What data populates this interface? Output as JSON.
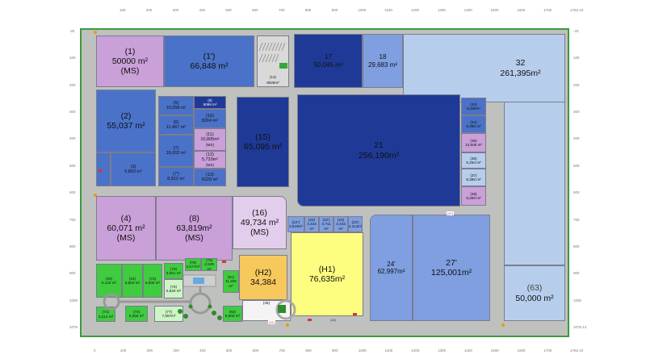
{
  "top_ticks": [
    "100",
    "200",
    "300",
    "400",
    "500",
    "600",
    "700",
    "800",
    "900",
    "1000",
    "1100",
    "1200",
    "1300",
    "1400",
    "1500",
    "1600",
    "1700",
    "1762.10"
  ],
  "bottom_ticks": [
    "0",
    "100",
    "200",
    "300",
    "400",
    "500",
    "600",
    "700",
    "800",
    "900",
    "1000",
    "1100",
    "1200",
    "1300",
    "1400",
    "1500",
    "1600",
    "1700",
    "1762.10"
  ],
  "left_ticks": [
    "-25",
    "100",
    "200",
    "300",
    "400",
    "500",
    "600",
    "700",
    "800",
    "900",
    "1000",
    "1076.8"
  ],
  "right_ticks": [
    "-25",
    "100",
    "200",
    "300",
    "400",
    "500",
    "600",
    "700",
    "800",
    "900",
    "1000",
    "1076.14"
  ],
  "plots": {
    "p1": {
      "name": "(1)",
      "area": "50000 m²",
      "ms": "(MS)"
    },
    "p1p": {
      "name": "(1')",
      "area": "66,848 m²"
    },
    "p14": {
      "name": "(14)",
      "area": "9025m²"
    },
    "p17": {
      "name": "17",
      "area": "50,045 m²"
    },
    "p18": {
      "name": "18",
      "area": "29,683 m²"
    },
    "p32": {
      "name": "32",
      "area": "261,395m²"
    },
    "p2": {
      "name": "(2)",
      "area": "55,037 m²"
    },
    "p3": {
      "name": "(3)",
      "area": "9,893 m²"
    },
    "p5": {
      "name": "(5)",
      "area": "10,958 m²"
    },
    "p6": {
      "name": "(6)",
      "area": "11,467 m²"
    },
    "p7": {
      "name": "(7)",
      "area": "16,002 m²"
    },
    "p7p": {
      "name": "(7')",
      "area": "8,912 m²"
    },
    "p9": {
      "name": "(9)",
      "area": "5098 m²"
    },
    "p10": {
      "name": "(10)",
      "area": "8264 m²"
    },
    "p11": {
      "name": "(11)",
      "area": "10,805m²",
      "ms": "(MS)"
    },
    "p12": {
      "name": "(12)",
      "area": "5,733m²",
      "ms": "(MS)"
    },
    "p13": {
      "name": "(13)",
      "area": "6229 m²"
    },
    "p15": {
      "name": "(15)",
      "area": "65,095 m²"
    },
    "p21": {
      "name": "21",
      "area": "256,190m²"
    },
    "p33": {
      "name": "(33)",
      "area": "8,388m²"
    },
    "p34": {
      "name": "(34)",
      "area": "8,385 m²"
    },
    "p35": {
      "name": "(35)",
      "area": "10,506 m²"
    },
    "p36": {
      "name": "(36)",
      "area": "6,263 m²"
    },
    "p37": {
      "name": "(37)",
      "area": "8,385 m²"
    },
    "p38": {
      "name": "(38)",
      "area": "8,259 m²"
    },
    "p4": {
      "name": "(4)",
      "area": "60,071 m²",
      "ms": "(MS)"
    },
    "p8": {
      "name": "(8)",
      "area": "63,819m²",
      "ms": "(MS)"
    },
    "p16": {
      "name": "(16)",
      "area": "49,734 m²",
      "ms": "(MS)"
    },
    "p22pp": {
      "name": "(22'')",
      "area": "4,519m²"
    },
    "p22": {
      "name": "(22)",
      "area": "4,444 m²"
    },
    "p22p": {
      "name": "(22')",
      "area": "4,711 m²"
    },
    "p23": {
      "name": "(23)",
      "area": "4,443 m²"
    },
    "p23p": {
      "name": "(23')",
      "area": "4,114m²"
    },
    "p24p": {
      "name": "24'",
      "area": "62,997m²"
    },
    "p27p": {
      "name": "27'",
      "area": "125,001m²"
    },
    "p63": {
      "name": "(63)",
      "area": "50,000 m²"
    },
    "pH1": {
      "name": "(H1)",
      "area": "76,635m²"
    },
    "pH2": {
      "name": "(H2)",
      "area": "34,384"
    },
    "p20": {
      "name": "(20)",
      "area": "5,120 m²"
    },
    "p22g": {
      "name": "(22)",
      "area": "5,850 m²"
    },
    "p73": {
      "name": "(73)",
      "area": "5,836 m²"
    },
    "p75": {
      "name": "(75)",
      "area": "5,001 m²"
    },
    "p76": {
      "name": "(76)",
      "area": "5,846 m²"
    },
    "p71": {
      "name": "(71)",
      "area": "3,213 m²"
    },
    "p74": {
      "name": "(74)",
      "area": "6,256 m²"
    },
    "p77": {
      "name": "(77)",
      "area": "7,057m²"
    },
    "p78": {
      "name": "(78)",
      "area": "2,577m²"
    },
    "p79": {
      "name": "(79)",
      "area": "2,539 m²"
    },
    "p81": {
      "name": "(81)",
      "area": "11,450 m²"
    },
    "p82": {
      "name": "(82)",
      "area": "6,000 m²"
    },
    "p45": {
      "name": "(45)"
    },
    "p41": {
      "name": "(41)"
    },
    "p42": {
      "name": "(42)"
    },
    "p47": {
      "name": "(47)"
    }
  },
  "colors": {
    "purple": "#c9a0d8",
    "light_purple": "#e3cdec",
    "mid_blue": "#4a72c8",
    "navy": "#1f3a96",
    "pale_blue": "#b7cdec",
    "med_blue": "#7f9fe0",
    "green": "#6bd36b",
    "light_green": "#cdf5c6",
    "yellow": "#fdfd80",
    "orange": "#f7c85c",
    "road": "#bfc1bf"
  }
}
